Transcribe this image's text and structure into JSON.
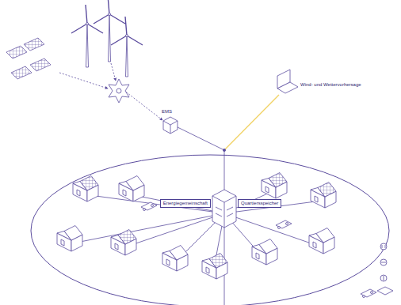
{
  "diagram": {
    "nodes": [
      {
        "text": [
          "Energiegemeinschaft"
        ]
      },
      {
        "text": [
          "Quartiersspeicher"
        ]
      }
    ],
    "labels": [
      "EMS",
      "Wind- und Wettervorhersage"
    ]
  }
}
